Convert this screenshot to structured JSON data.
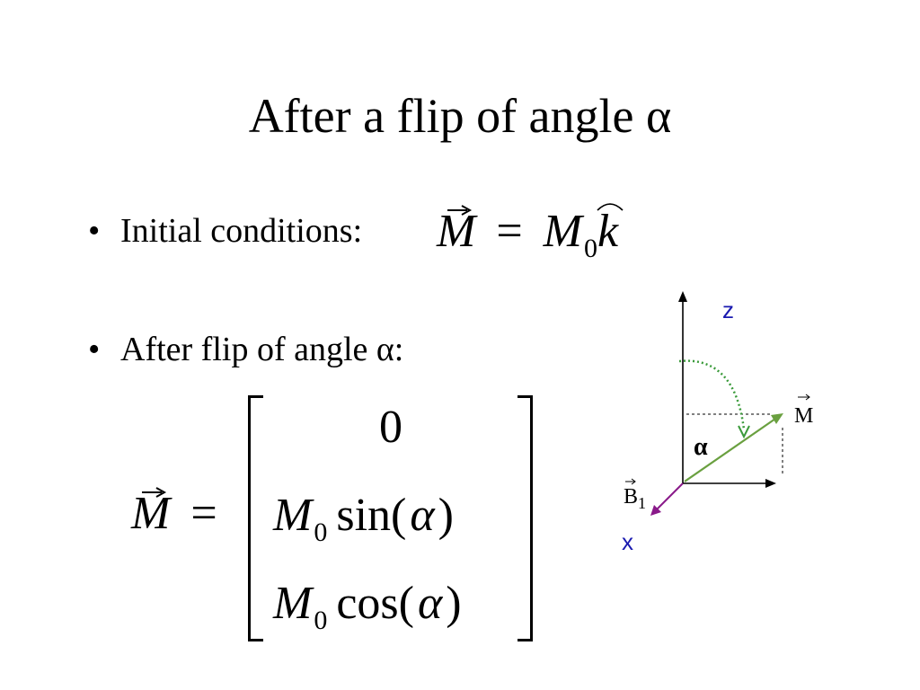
{
  "title": "After a flip of angle α",
  "bullets": [
    {
      "dot": "•",
      "text": "Initial conditions:"
    },
    {
      "dot": "•",
      "text": "After flip of angle α:"
    }
  ],
  "eq1": {
    "lhs": "M",
    "equals": "=",
    "rhs_symbol": "M",
    "rhs_sub": "0",
    "unit_vector": "k"
  },
  "eq2": {
    "lhs": "M",
    "equals": "=",
    "row1": "0",
    "row2": {
      "symbol": "M",
      "sub": "0",
      "func": "sin(",
      "arg": "α",
      "close": ")"
    },
    "row3": {
      "symbol": "M",
      "sub": "0",
      "func": "cos(",
      "arg": "α",
      "close": ")"
    }
  },
  "diagram": {
    "z_label": "z",
    "x_label": "x",
    "m_label": "M",
    "b1_label": "B",
    "b1_sub": "1",
    "alpha_label": "α",
    "colors": {
      "axis": "#000000",
      "m_vector": "#6aa040",
      "arc": "#3a9a3a",
      "b1_vector": "#8a1a8a",
      "axis_label": "#1a1ab0"
    }
  }
}
